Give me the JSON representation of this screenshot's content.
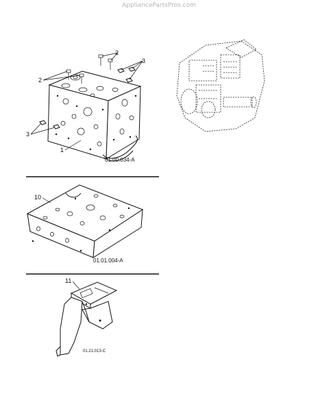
{
  "watermark": "AppliancePartsPros.com",
  "figure_a": {
    "code": "01.00.034-A",
    "callouts": [
      "1",
      "2",
      "2",
      "3",
      "3"
    ]
  },
  "figure_b": {
    "code": "01.01.004-A",
    "callouts": [
      "10"
    ]
  },
  "figure_c": {
    "code": "01.21.013-C",
    "callouts": [
      "11"
    ]
  }
}
